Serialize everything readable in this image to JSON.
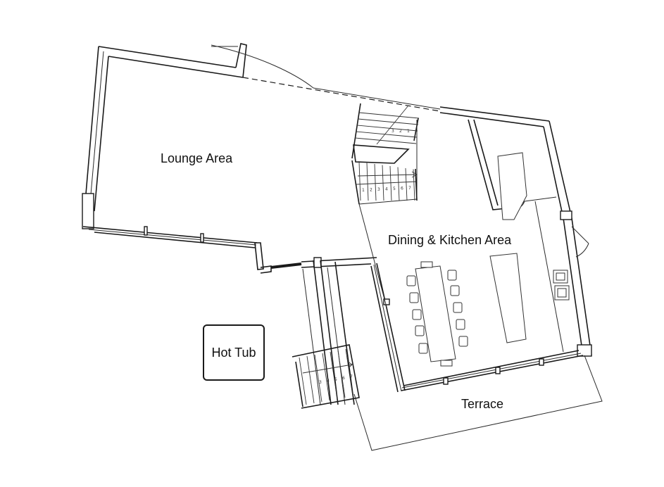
{
  "rooms": {
    "lounge": "Lounge Area",
    "dining_kitchen": "Dining & Kitchen Area",
    "terrace": "Terrace"
  },
  "features": {
    "hot_tub": "Hot Tub"
  },
  "stair_numbers": {
    "upper_flight": [
      "3",
      "2",
      "1"
    ],
    "middle_flight": [
      "1",
      "2",
      "3",
      "4",
      "5",
      "6",
      "7"
    ],
    "lower_flight": [
      "3",
      "4",
      "5",
      "6",
      "7"
    ]
  }
}
